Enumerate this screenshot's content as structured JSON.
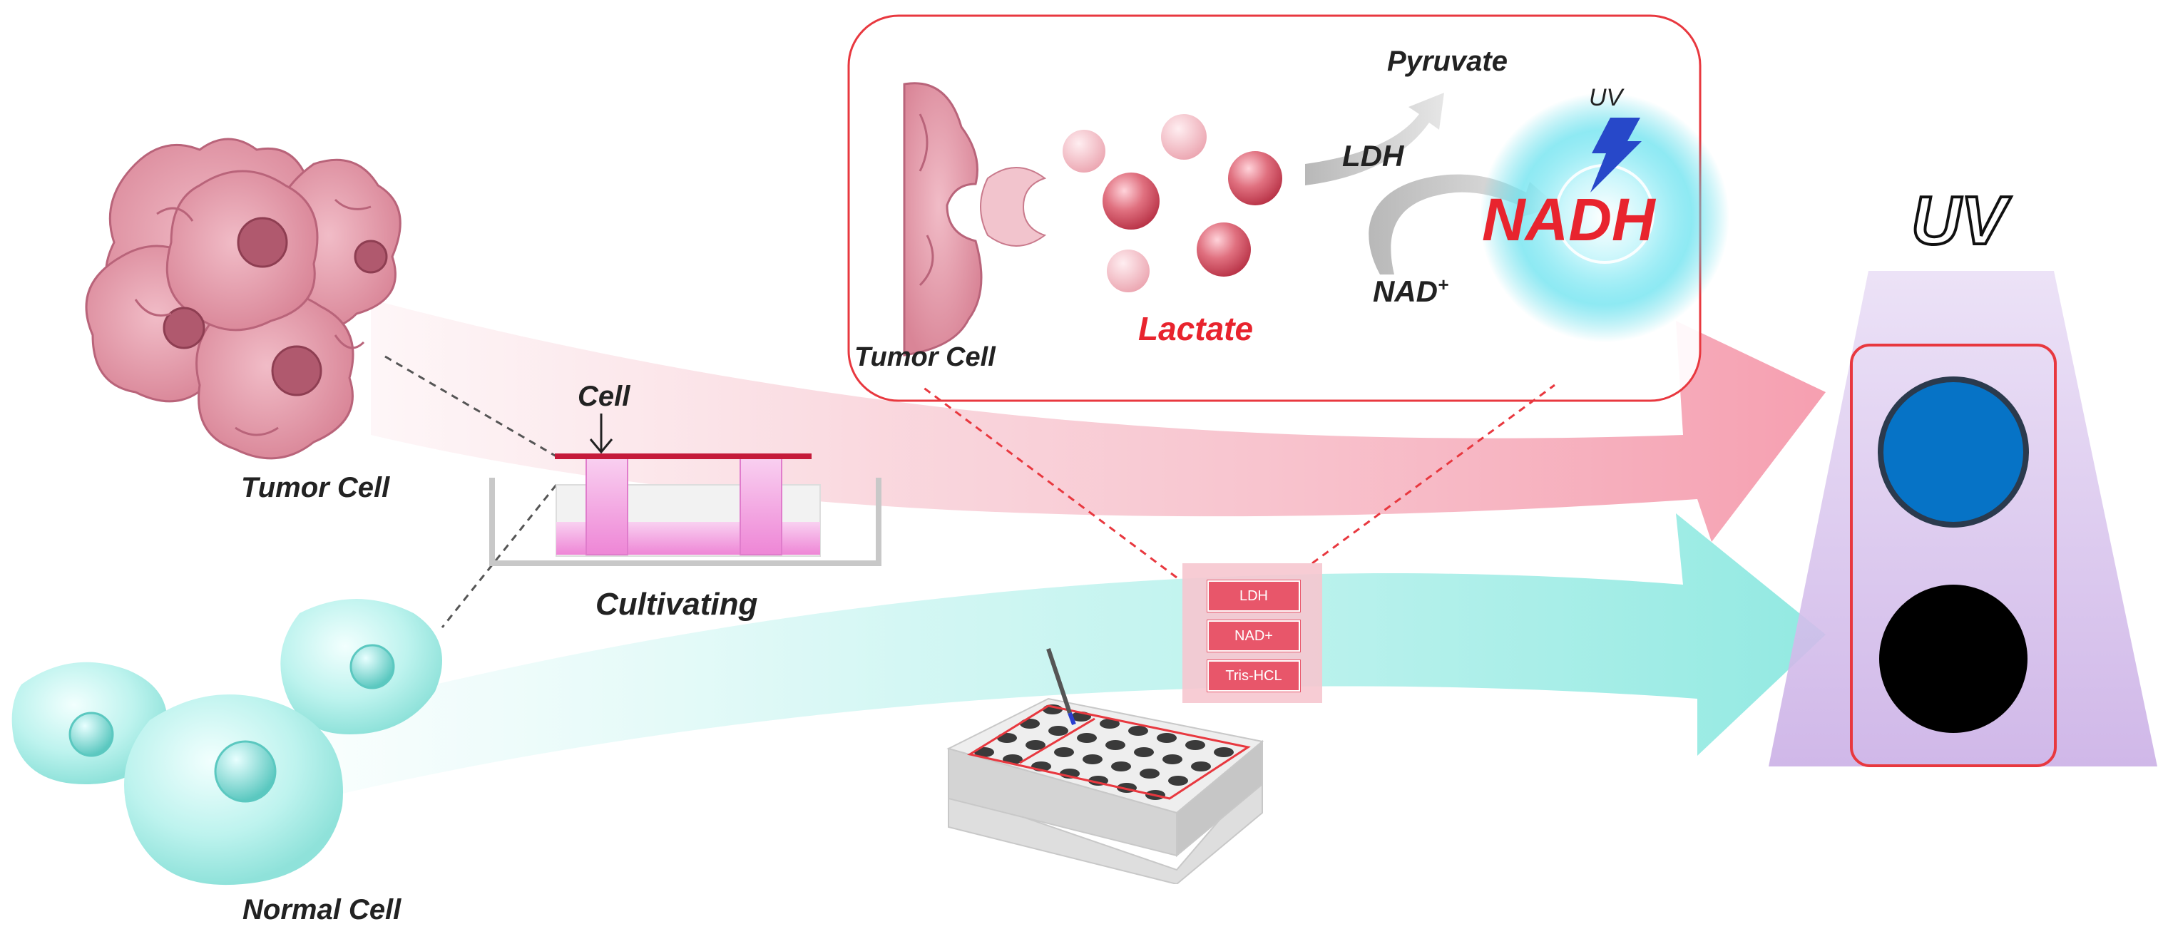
{
  "labels": {
    "tumor_cell": "Tumor Cell",
    "normal_cell": "Normal Cell",
    "cell": "Cell",
    "cultivating": "Cultivating",
    "inset_tumor_cell": "Tumor Cell",
    "lactate": "Lactate",
    "pyruvate": "Pyruvate",
    "ldh": "LDH",
    "nad": "NAD",
    "nad_sup": "+",
    "nadh": "NADH",
    "uv_small": "UV",
    "uv_large": "UV"
  },
  "reagents": [
    "LDH",
    "NAD+",
    "Tris-HCL"
  ],
  "colors": {
    "tumor": "#e9a0ad",
    "normal": "#a9ece6",
    "lactate": "#e8242e",
    "nadh_glow": "#35d3e4",
    "uv_panel": "#d8c1ec",
    "well_blue": "#0673c6",
    "well_dark": "#000000",
    "frame_red": "#e8383f"
  },
  "icons": {
    "uv_bolt": "lightning-bolt-icon",
    "down_arrow": "arrow-down-icon"
  }
}
